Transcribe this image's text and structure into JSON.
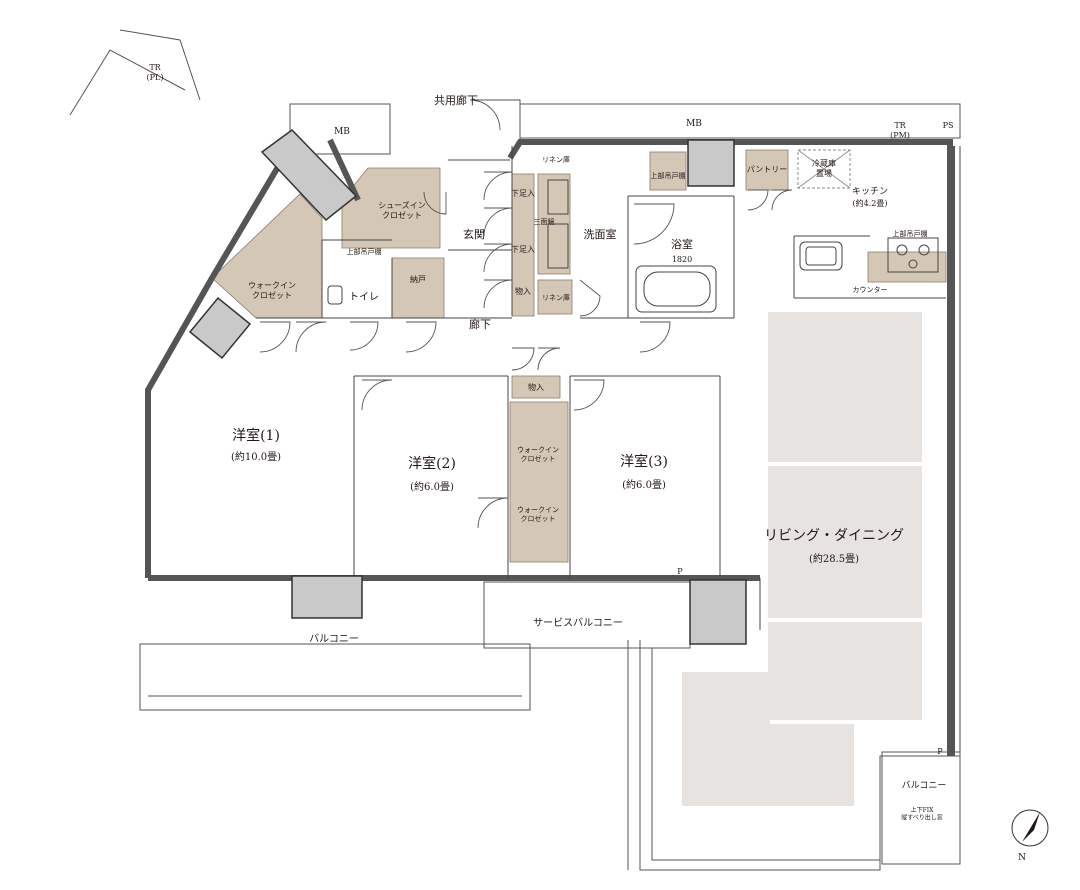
{
  "labels": {
    "common_corridor": "共用廊下",
    "tr_pl": "TR\n(PL)",
    "tr_pm": "TR\n(PM)",
    "mb_left": "MB",
    "mb_top": "MB",
    "ps": "PS",
    "linen_top": "リネン庫",
    "linen_bottom": "リネン庫",
    "upper_cabinet_wash": "上部吊戸棚",
    "shoe_storage_1": "下足入",
    "shoe_storage_2": "下足入",
    "three_mirror": "三面鏡",
    "storage_hall": "物入",
    "storage_mid": "物入",
    "shoe_in_closet": "シューズイン\nクロゼット",
    "upper_cabinet_toilet": "上部吊戸棚",
    "toilet": "トイレ",
    "nando": "納戸",
    "walk_in_closet_1": "ウォークイン\nクロゼット",
    "entrance": "玄関",
    "corridor": "廊下",
    "washroom": "洗面室",
    "bathroom": "浴室",
    "bath_size": "1820",
    "pantry": "パントリー",
    "fridge": "冷蔵庫\n置場",
    "kitchen": "キッチン",
    "kitchen_size": "(約4.2畳)",
    "upper_cabinet_kitchen": "上部吊戸棚",
    "counter": "カウンター",
    "room1": "洋室(1)",
    "room1_size": "(約10.0畳)",
    "room2": "洋室(2)",
    "room2_size": "(約6.0畳)",
    "room3": "洋室(3)",
    "room3_size": "(約6.0畳)",
    "wic_a": "ウォークイン\nクロゼット",
    "wic_b": "ウォークイン\nクロゼット",
    "living": "リビング・ダイニング",
    "living_size": "(約28.5畳)",
    "balcony": "バルコニー",
    "service_balcony": "サービスバルコニー",
    "balcony_small": "バルコニー",
    "p_mark_1": "P",
    "p_mark_2": "P",
    "window_note": "上下FIX\n縦すべり出し窓",
    "north": "N"
  },
  "colors": {
    "wall": "#6e6e6e",
    "closet": "#d5c7b6",
    "pillar": "#c9c9c9",
    "floor_tile": "#e6e3e0"
  }
}
